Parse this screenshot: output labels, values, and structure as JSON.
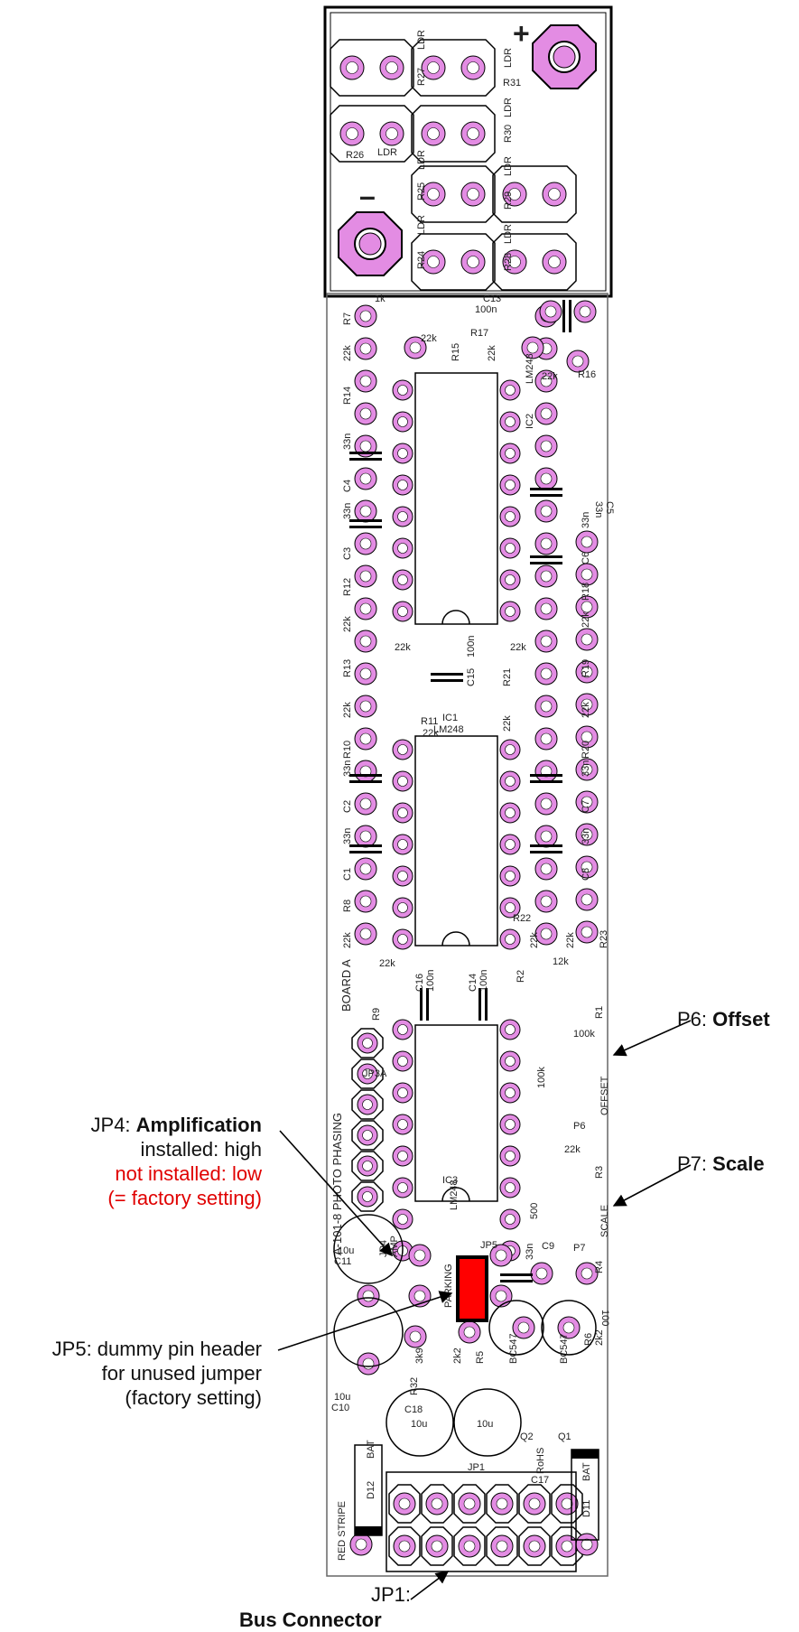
{
  "board": {
    "top_signs": {
      "plus": "+",
      "minus": "–"
    },
    "ldr_labels": [
      "LDR",
      "LDR",
      "LDR",
      "LDR",
      "LDR",
      "LDR",
      "LDR",
      "LDR"
    ],
    "ldr_refs": [
      "R27",
      "R31",
      "R26",
      "R30",
      "R25",
      "R29",
      "R24",
      "R28"
    ],
    "components": {
      "r7": "R7",
      "r7_val": "1k",
      "c13": "C13",
      "c13_val": "100n",
      "r17": "R17",
      "r15": "R15",
      "r14": "R14",
      "r16": "R16",
      "r12": "R12",
      "r13": "R13",
      "r10": "R10",
      "r11": "R11",
      "r18": "R18",
      "r19": "R19",
      "r20": "R20",
      "r21": "R21",
      "r8": "R8",
      "r9": "R9",
      "r22": "R22",
      "r23": "R23",
      "r2": "R2",
      "r1": "R1",
      "r3": "R3",
      "r4": "R4",
      "r5": "R5",
      "r6": "R6",
      "r32": "R32",
      "c1": "C1",
      "c2": "C2",
      "c3": "C3",
      "c4": "C4",
      "c5": "C5",
      "c6": "C6",
      "c7": "C7",
      "c8": "C8",
      "c9": "C9",
      "c10": "C10",
      "c11": "C11",
      "c14": "C14",
      "c15": "C15",
      "c16": "C16",
      "c17": "C17",
      "c18": "C18",
      "ic1": "IC1",
      "ic1_type": "LM248",
      "ic2": "IC2",
      "ic2_type": "LM248",
      "ic3": "IC3",
      "ic3_type": "LM248",
      "v22k": "22k",
      "v33n": "33n",
      "v100n": "100n",
      "v12k": "12k",
      "v100k": "100k",
      "v500": "500",
      "v100": "100",
      "v2k2": "2k2",
      "v3k9": "3k9",
      "v10u": "10u",
      "q1": "Q1",
      "q2": "Q2",
      "bc547": "BC547",
      "rohs": "RoHS",
      "jp1": "JP1",
      "jp3a": "JP3A",
      "jp4": "JP4",
      "amp": "AMP",
      "jp5": "JP5",
      "parking": "PARKING",
      "p6": "P6",
      "p7": "P7",
      "offset": "OFFSET",
      "scale": "SCALE",
      "d11": "D11",
      "d12": "D12",
      "bat": "BAT",
      "board_a": "BOARD A",
      "red_stripe": "RED STRIPE",
      "title": "A-101-8 PHOTO PHASING"
    }
  },
  "annotations": {
    "p6": {
      "prefix": "P6: ",
      "name": "Offset"
    },
    "p7": {
      "prefix": "P7: ",
      "name": "Scale"
    },
    "jp4": {
      "prefix": "JP4: ",
      "name": "Amplification",
      "line1": "installed: high",
      "line2": "not installed: low",
      "line3": "(= factory setting)"
    },
    "jp5": {
      "line1": "JP5: dummy pin header",
      "line2": "for unused jumper",
      "line3": "(factory setting)"
    },
    "jp1": {
      "line1": "JP1:",
      "line2": "Bus Connector"
    }
  },
  "colors": {
    "pad": "#e38ce3",
    "jumper": "#ff0000",
    "silk": "#000000",
    "annotation_red": "#e00000"
  }
}
